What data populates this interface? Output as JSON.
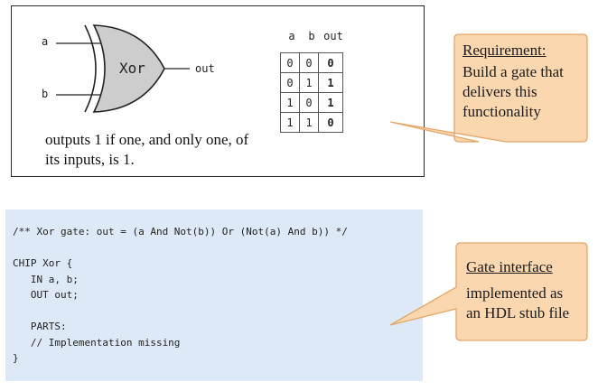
{
  "top_panel": {
    "gate": {
      "name": "Xor",
      "input_a": "a",
      "input_b": "b",
      "output": "out"
    },
    "description": "outputs 1 if one, and only one, of its inputs, is 1.",
    "truth_table": {
      "headers": [
        "a",
        "b",
        "out"
      ],
      "rows": [
        [
          "0",
          "0",
          "0"
        ],
        [
          "0",
          "1",
          "1"
        ],
        [
          "1",
          "0",
          "1"
        ],
        [
          "1",
          "1",
          "0"
        ]
      ]
    }
  },
  "callout_requirement": {
    "title": "Requirement:",
    "body_lines": [
      "Build a gate that",
      "delivers this",
      "functionality"
    ]
  },
  "code_panel": {
    "lines": [
      "/** Xor gate: out = (a And Not(b)) Or (Not(a) And b)) */",
      "",
      "CHIP Xor {",
      "   IN a, b;",
      "   OUT out;",
      "",
      "   PARTS:",
      "   // Implementation missing",
      "}"
    ]
  },
  "callout_interface": {
    "title": "Gate interface",
    "body_lines": [
      "implemented as",
      "an HDL stub file"
    ]
  },
  "colors": {
    "callout_fill": "#fbd7b0",
    "callout_stroke": "#e3a76a",
    "gate_fill": "#cdcdcd",
    "code_bg": "#dde9f6"
  }
}
